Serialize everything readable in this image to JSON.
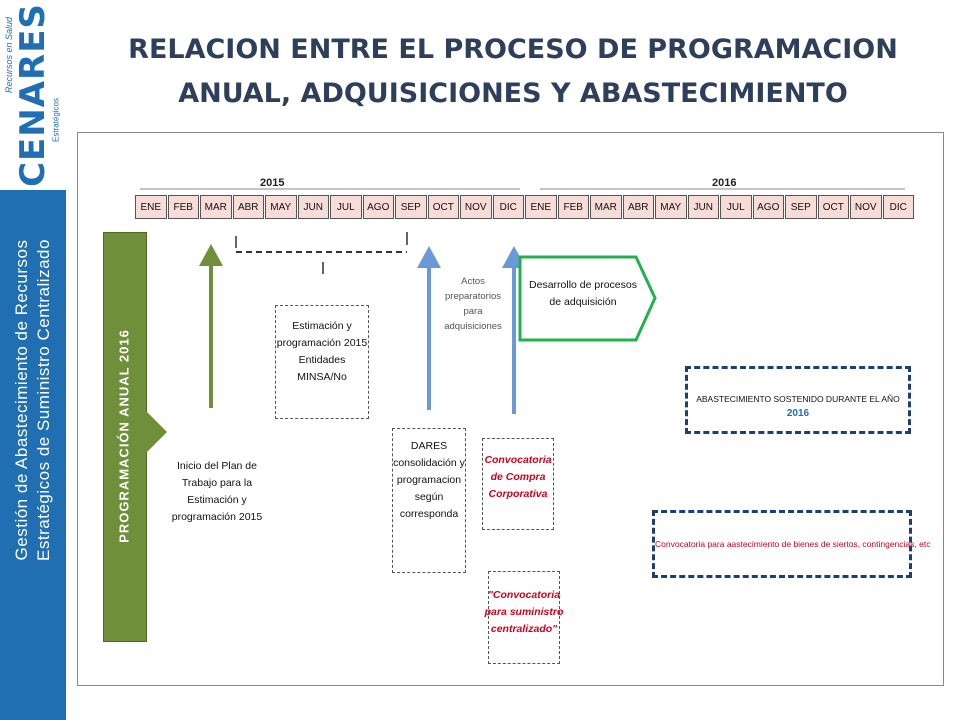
{
  "sidebar": {
    "logo": "CENARES",
    "logo_top": "Recursos en Salud",
    "logo_bottom": "Estratégicos",
    "line1": "Gestión de Abastecimiento de Recursos",
    "line2": "Estratégicos de Suministro Centralizado"
  },
  "title": {
    "line1": "RELACION ENTRE EL PROCESO DE PROGRAMACION",
    "line2": "ANUAL, ADQUISICIONES Y ABASTECIMIENTO"
  },
  "timeline": {
    "year1": "2015",
    "year2": "2016",
    "months": [
      "ENE",
      "FEB",
      "MAR",
      "ABR",
      "MAY",
      "JUN",
      "JUL",
      "AGO",
      "SEP",
      "OCT",
      "NOV",
      "DIC",
      "ENE",
      "FEB",
      "MAR",
      "ABR",
      "MAY",
      "JUN",
      "JUL",
      "AGO",
      "SEP",
      "OCT",
      "NOV",
      "DIC"
    ]
  },
  "diagram": {
    "prog_anual": "PROGRAMACIÓN ANUAL 2016",
    "inicio": [
      "Inicio del Plan de",
      "Trabajo para la",
      "Estimación y",
      "programación 2015"
    ],
    "estimacion": [
      "Estimación y",
      "programación 2015",
      "Entidades MINSA/No"
    ],
    "actos": [
      "Actos",
      "preparatorios",
      "para",
      "adquisiciones"
    ],
    "dares": [
      "DARES",
      "consolidación y",
      "programacion",
      "según",
      "corresponda"
    ],
    "desarrollo": [
      "Desarrollo de procesos",
      "de adquisición"
    ],
    "conv_compra": [
      "Convocatoria",
      "de Compra",
      "Corporativa"
    ],
    "conv_suministro": [
      "\"Convocatoria",
      "para suministro",
      "centralizado\""
    ],
    "abastecimiento": "ABASTECIMIENTO SOSTENIDO DURANTE EL AÑO",
    "abastecimiento_year": "2016",
    "convocatoria_bienes": "Convocatoria para aastecimiento de bienes de siertos, contingencias, etc"
  },
  "colors": {
    "green_arrow": "#6f8f3a",
    "blue_arrow": "#6a9ad6",
    "green_box": "#22b14c",
    "navy": "#1c3f7a",
    "red": "#d0021b"
  }
}
